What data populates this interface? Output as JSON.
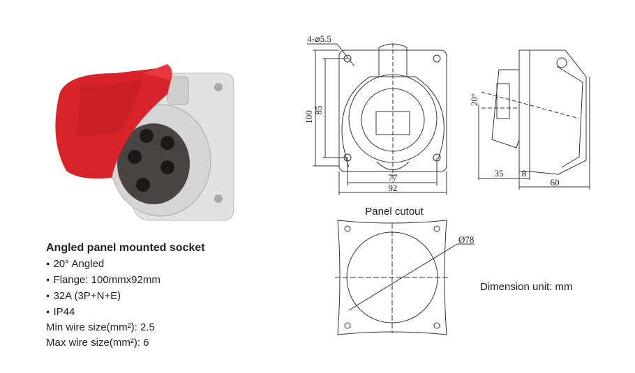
{
  "product": {
    "title": "Angled panel mounted socket",
    "bullets": [
      "20° Angled",
      "Flange: 100mmx92mm",
      "32A (3P+N+E)",
      "IP44"
    ],
    "min_wire": "Min wire size(mm²): 2.5",
    "max_wire": "Max wire size(mm²): 6",
    "colors": {
      "lid": "#d8232a",
      "body": "#dcdcdc"
    }
  },
  "drawing": {
    "holes": "4-⌀5.5",
    "dim_100": "100",
    "dim_85": "85",
    "dim_77": "77",
    "dim_92": "92",
    "angle": "20°",
    "dim_35": "35",
    "dim_8": "8",
    "dim_60": "60",
    "cutout_title": "Panel cutout",
    "cutout_dia": "Ø78",
    "unit": "Dimension unit: mm"
  }
}
